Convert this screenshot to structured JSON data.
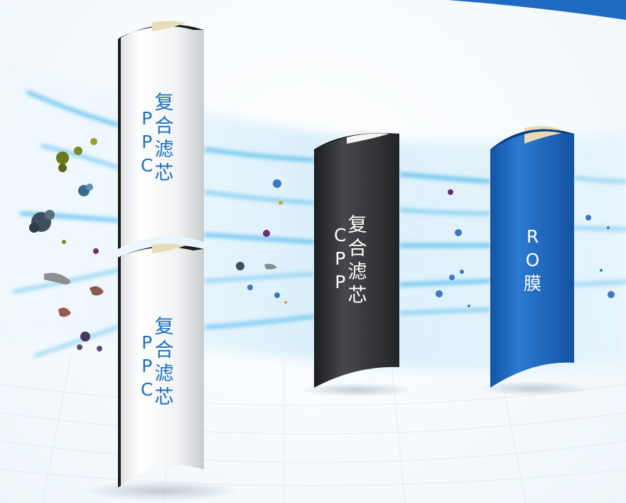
{
  "filters": [
    {
      "id": "ppc-top",
      "main": [
        "复",
        "合",
        "滤",
        "芯"
      ],
      "side": [
        "P",
        "P",
        "C"
      ],
      "text_color": "#1e6fc0"
    },
    {
      "id": "ppc-bottom",
      "main": [
        "复",
        "合",
        "滤",
        "芯"
      ],
      "side": [
        "P",
        "P",
        "C"
      ],
      "text_color": "#1e6fc0"
    },
    {
      "id": "cpp",
      "main": [
        "复",
        "合",
        "滤",
        "芯"
      ],
      "side": [
        "C",
        "P",
        "P"
      ],
      "text_color": "#ffffff"
    },
    {
      "id": "ro",
      "main": [
        "R",
        "O",
        "膜"
      ],
      "side": [],
      "text_color": "#ffffff"
    }
  ],
  "colors": {
    "flow": "#3db4ec",
    "ppc_body": "#f3f4f6",
    "cpp_body": "#2e2f31",
    "ro_body": "#1a62b8",
    "inner_cream": "#e8dcb8"
  }
}
